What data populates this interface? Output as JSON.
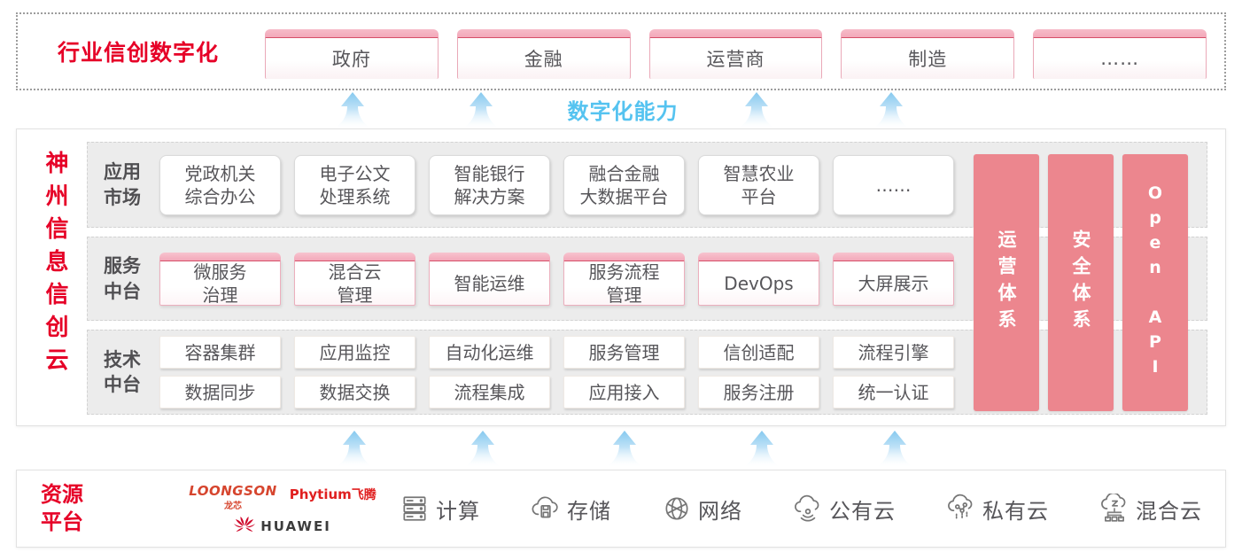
{
  "industry": {
    "label": "行业信创数字化",
    "items": [
      "政府",
      "金融",
      "运营商",
      "制造",
      "……"
    ]
  },
  "capability_label": "数字化能力",
  "platform": {
    "title": "神州信息信创云",
    "app_row": {
      "label": "应用\n市场",
      "items": [
        "党政机关\n综合办公",
        "电子公文\n处理系统",
        "智能银行\n解决方案",
        "融合金融\n大数据平台",
        "智慧农业\n平台",
        "……"
      ]
    },
    "service_row": {
      "label": "服务\n中台",
      "items": [
        "微服务\n治理",
        "混合云\n管理",
        "智能运维",
        "服务流程\n管理",
        "DevOps",
        "大屏展示"
      ]
    },
    "tech_row": {
      "label": "技术\n中台",
      "items_top": [
        "容器集群",
        "应用监控",
        "自动化运维",
        "服务管理",
        "信创适配",
        "流程引擎"
      ],
      "items_bottom": [
        "数据同步",
        "数据交换",
        "流程集成",
        "应用接入",
        "服务注册",
        "统一认证"
      ]
    },
    "pillars": [
      "运营体系",
      "安全体系",
      "Open API"
    ]
  },
  "resources": {
    "label": "资源\n平台",
    "vendors": {
      "loongson": "LOONGSON",
      "loongson_cn": "龙芯",
      "phytium": "Phytium",
      "phytium_cn": "飞腾",
      "huawei": "HUAWEI"
    },
    "items": [
      {
        "icon": "server-icon",
        "label": "计算"
      },
      {
        "icon": "storage-cloud-icon",
        "label": "存储"
      },
      {
        "icon": "network-icon",
        "label": "网络"
      },
      {
        "icon": "public-cloud-icon",
        "label": "公有云"
      },
      {
        "icon": "private-cloud-icon",
        "label": "私有云"
      },
      {
        "icon": "hybrid-cloud-icon",
        "label": "混合云"
      }
    ]
  },
  "colors": {
    "brand_red": "#e60027",
    "pillar_pink": "#ec868e",
    "capability_blue": "#55c3f0"
  }
}
